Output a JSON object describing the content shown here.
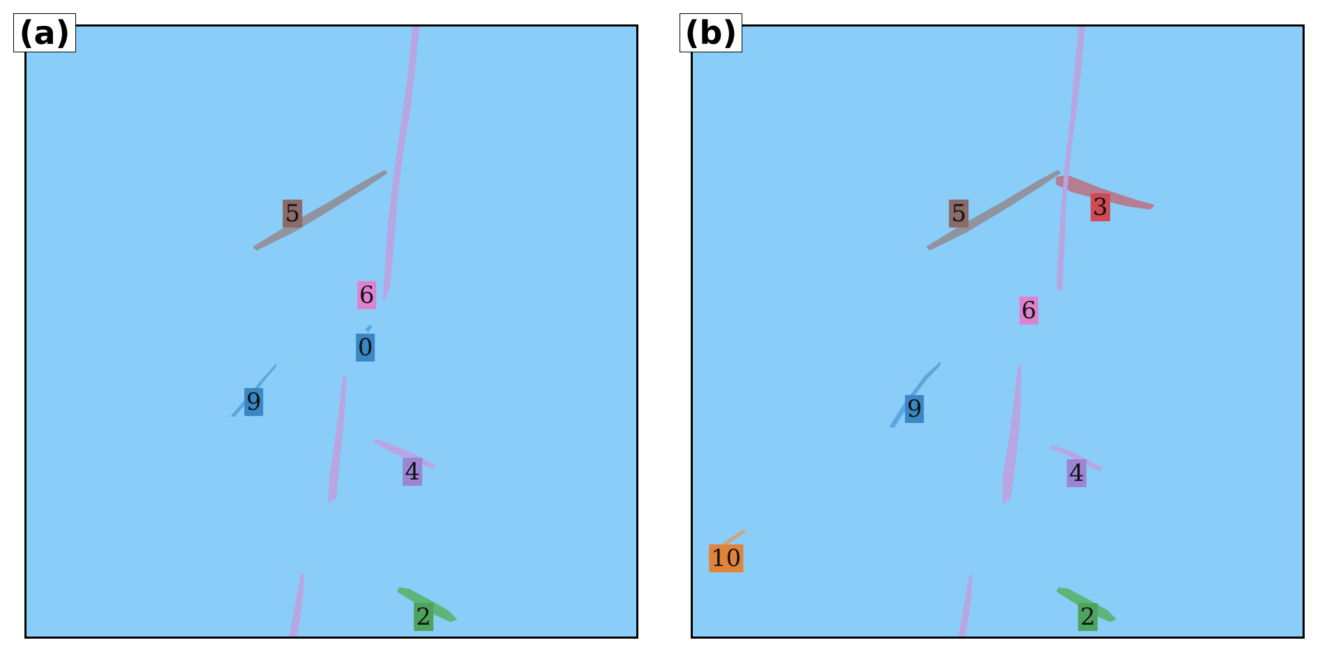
{
  "background_color": "#89cdf8",
  "panels": [
    {
      "letter": "(a)",
      "segments": [
        {
          "id": "5",
          "label": "5",
          "fill": "#8f949e",
          "label_bg": "#8b6a68",
          "points": [
            [
              328,
              318
            ],
            [
              380,
              286
            ],
            [
              437,
              254
            ],
            [
              487,
              224
            ],
            [
              517,
              208
            ],
            [
              520,
              211
            ],
            [
              492,
              230
            ],
            [
              440,
              263
            ],
            [
              385,
              296
            ],
            [
              332,
              322
            ]
          ],
          "label_at": [
            384,
            270
          ]
        },
        {
          "id": "6",
          "label": "6",
          "fill": "#b8a6e3",
          "label_bg": "#de82cf",
          "points": [
            [
              558,
              0
            ],
            [
              566,
              0
            ],
            [
              560,
              60
            ],
            [
              553,
              120
            ],
            [
              543,
              180
            ],
            [
              534,
              250
            ],
            [
              528,
              330
            ],
            [
              523,
              380
            ],
            [
              515,
              395
            ],
            [
              518,
              350
            ],
            [
              522,
              290
            ],
            [
              530,
              220
            ],
            [
              540,
              150
            ],
            [
              550,
              80
            ]
          ],
          "label_at": [
            491,
            388
          ]
        },
        {
          "id": "6b",
          "label": "",
          "fill": "#b8a6e3",
          "label_bg": "",
          "points": [
            [
              458,
              505
            ],
            [
              461,
              505
            ],
            [
              458,
              560
            ],
            [
              452,
              620
            ],
            [
              446,
              680
            ],
            [
              436,
              686
            ],
            [
              438,
              650
            ],
            [
              447,
              590
            ],
            [
              454,
              535
            ]
          ],
          "label_at": null
        },
        {
          "id": "6c",
          "label": "",
          "fill": "#b8a6e3",
          "label_bg": "",
          "points": [
            [
              397,
              790
            ],
            [
              400,
              790
            ],
            [
              398,
              820
            ],
            [
              393,
              860
            ],
            [
              388,
              880
            ],
            [
              380,
              880
            ],
            [
              386,
              850
            ],
            [
              392,
              815
            ]
          ],
          "label_at": null
        },
        {
          "id": "0",
          "label": "0",
          "fill": "#5da7de",
          "label_bg": "#3a87c6",
          "points": [
            [
              490,
              437
            ],
            [
              496,
              431
            ],
            [
              498,
              433
            ],
            [
              493,
              440
            ]
          ],
          "label_at": [
            489,
            463
          ]
        },
        {
          "id": "9",
          "label": "9",
          "fill": "#5da7de",
          "label_bg": "#3a87c6",
          "points": [
            [
              360,
              488
            ],
            [
              358,
              492
            ],
            [
              345,
              507
            ],
            [
              330,
              527
            ],
            [
              300,
              562
            ],
            [
              296,
              562
            ],
            [
              315,
              540
            ],
            [
              340,
              510
            ]
          ],
          "label_at": [
            328,
            542
          ]
        },
        {
          "id": "4",
          "label": "4",
          "fill": "#b8a6e3",
          "label_bg": "#9b85d4",
          "points": [
            [
              505,
              596
            ],
            [
              530,
              605
            ],
            [
              560,
              618
            ],
            [
              590,
              634
            ],
            [
              587,
              637
            ],
            [
              555,
              625
            ],
            [
              525,
              612
            ],
            [
              502,
              599
            ]
          ],
          "label_at": [
            557,
            642
          ]
        },
        {
          "id": "2",
          "label": "2",
          "fill": "#5cb67a",
          "label_bg": "#4ea35c",
          "points": [
            [
              538,
              810
            ],
            [
              552,
              812
            ],
            [
              580,
              827
            ],
            [
              608,
              843
            ],
            [
              620,
              855
            ],
            [
              612,
              858
            ],
            [
              590,
              848
            ],
            [
              560,
              830
            ],
            [
              536,
              815
            ]
          ],
          "label_at": [
            573,
            852
          ]
        }
      ]
    },
    {
      "letter": "(b)",
      "segments": [
        {
          "id": "5",
          "label": "5",
          "fill": "#8f949e",
          "label_bg": "#8b6a68",
          "points": [
            [
              338,
              318
            ],
            [
              390,
              286
            ],
            [
              447,
              254
            ],
            [
              497,
              224
            ],
            [
              527,
              208
            ],
            [
              530,
              211
            ],
            [
              502,
              230
            ],
            [
              450,
              263
            ],
            [
              395,
              296
            ],
            [
              342,
              322
            ]
          ],
          "label_at": [
            384,
            270
          ]
        },
        {
          "id": "3",
          "label": "3",
          "fill": "#b47d91",
          "label_bg": "#d04a54",
          "points": [
            [
              525,
              218
            ],
            [
              540,
              215
            ],
            [
              568,
              226
            ],
            [
              600,
              238
            ],
            [
              640,
              251
            ],
            [
              665,
              258
            ],
            [
              660,
              263
            ],
            [
              625,
              258
            ],
            [
              585,
              248
            ],
            [
              548,
              238
            ],
            [
              525,
              227
            ]
          ],
          "label_at": [
            588,
            261
          ]
        },
        {
          "id": "6",
          "label": "6",
          "fill": "#b8a6e3",
          "label_bg": "#de82cf",
          "points": [
            [
              558,
              0
            ],
            [
              565,
              0
            ],
            [
              560,
              60
            ],
            [
              553,
              120
            ],
            [
              545,
              180
            ],
            [
              538,
              250
            ],
            [
              535,
              330
            ],
            [
              532,
              380
            ],
            [
              526,
              380
            ],
            [
              528,
              330
            ],
            [
              532,
              270
            ],
            [
              538,
              200
            ],
            [
              546,
              130
            ],
            [
              552,
              60
            ]
          ],
          "label_at": [
            485,
            410
          ]
        },
        {
          "id": "6b",
          "label": "",
          "fill": "#b8a6e3",
          "label_bg": "",
          "points": [
            [
              470,
              490
            ],
            [
              473,
              490
            ],
            [
              472,
              560
            ],
            [
              466,
              620
            ],
            [
              458,
              680
            ],
            [
              448,
              688
            ],
            [
              448,
              650
            ],
            [
              458,
              590
            ],
            [
              465,
              535
            ]
          ],
          "label_at": null
        },
        {
          "id": "6c",
          "label": "",
          "fill": "#b8a6e3",
          "label_bg": "",
          "points": [
            [
              400,
              792
            ],
            [
              403,
              792
            ],
            [
              401,
              820
            ],
            [
              396,
              860
            ],
            [
              392,
              880
            ],
            [
              384,
              880
            ],
            [
              390,
              850
            ],
            [
              396,
              815
            ]
          ],
          "label_at": null
        },
        {
          "id": "9",
          "label": "9",
          "fill": "#5da7de",
          "label_bg": "#3a87c6",
          "points": [
            [
              357,
              485
            ],
            [
              355,
              490
            ],
            [
              340,
              505
            ],
            [
              322,
              528
            ],
            [
              290,
              578
            ],
            [
              285,
              577
            ],
            [
              305,
              545
            ],
            [
              335,
              505
            ]
          ],
          "label_at": [
            320,
            552
          ]
        },
        {
          "id": "4",
          "label": "4",
          "fill": "#b8a6e3",
          "label_bg": "#9b85d4",
          "points": [
            [
              519,
              605
            ],
            [
              545,
              613
            ],
            [
              568,
              625
            ],
            [
              590,
              637
            ],
            [
              587,
              640
            ],
            [
              563,
              629
            ],
            [
              540,
              617
            ],
            [
              516,
              608
            ]
          ],
          "label_at": [
            554,
            644
          ]
        },
        {
          "id": "10",
          "label": "10",
          "fill": "#d1a27b",
          "label_bg": "#e0843a",
          "points": [
            [
              74,
              726
            ],
            [
              75,
              729
            ],
            [
              55,
              742
            ],
            [
              25,
              768
            ],
            [
              22,
              766
            ],
            [
              50,
              742
            ]
          ],
          "label_at": [
            48,
            767
          ]
        },
        {
          "id": "2",
          "label": "2",
          "fill": "#5cb67a",
          "label_bg": "#4ea35c",
          "points": [
            [
              528,
              810
            ],
            [
              542,
              812
            ],
            [
              570,
              827
            ],
            [
              598,
              843
            ],
            [
              610,
              855
            ],
            [
              602,
              858
            ],
            [
              580,
              848
            ],
            [
              550,
              830
            ],
            [
              526,
              815
            ]
          ],
          "label_at": [
            570,
            852
          ]
        }
      ]
    }
  ]
}
